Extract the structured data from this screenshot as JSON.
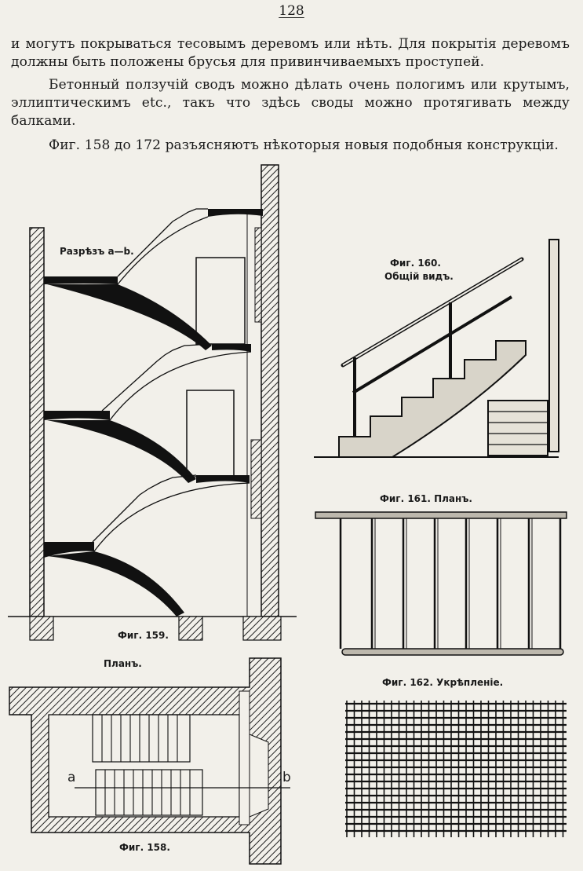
{
  "page": {
    "number": "128",
    "paragraphs": [
      "и могутъ покрываться тесовымъ деревомъ или нѣть. Для покрытія деревомъ должны быть положены брусья для привинчиваемыхъ проступей.",
      "Бетонный ползучій сводъ можно дѣлать очень пологимъ или крутымъ, эллиптическимъ etc., такъ что здѣсь своды можно протягивать между балками.",
      "Фиг. 158 до 172 разъясняютъ нѣкоторыя новыя подобныя конструкціи."
    ]
  },
  "figures": {
    "fig159": {
      "section_label": "Разрѣзъ a—b.",
      "caption": "Фиг. 159."
    },
    "fig158": {
      "heading": "Планъ.",
      "caption": "Фиг. 158.",
      "label_a": "a",
      "label_b": "b"
    },
    "fig160": {
      "caption": "Фиг. 160.",
      "subtitle": "Общій видъ."
    },
    "fig161": {
      "caption": "Фиг. 161. Планъ."
    },
    "fig162": {
      "caption": "Фиг. 162. Укрѣпленіе."
    }
  }
}
